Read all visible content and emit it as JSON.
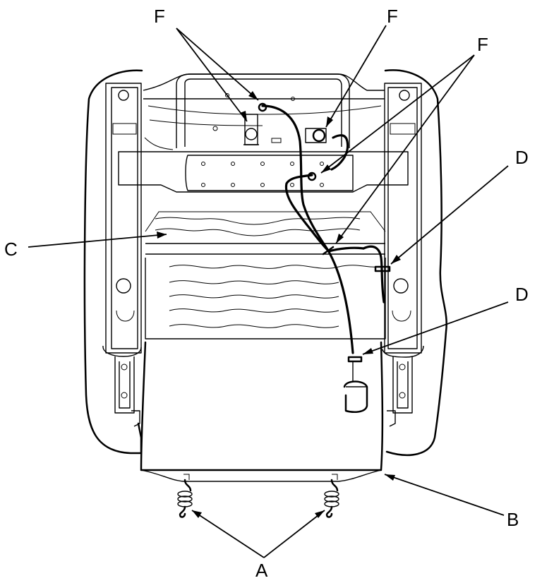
{
  "callouts": {
    "f_top_left": "F",
    "f_top_right": "F",
    "f_right": "F",
    "d_upper": "D",
    "d_lower": "D",
    "c": "C",
    "b": "B",
    "a": "A"
  }
}
